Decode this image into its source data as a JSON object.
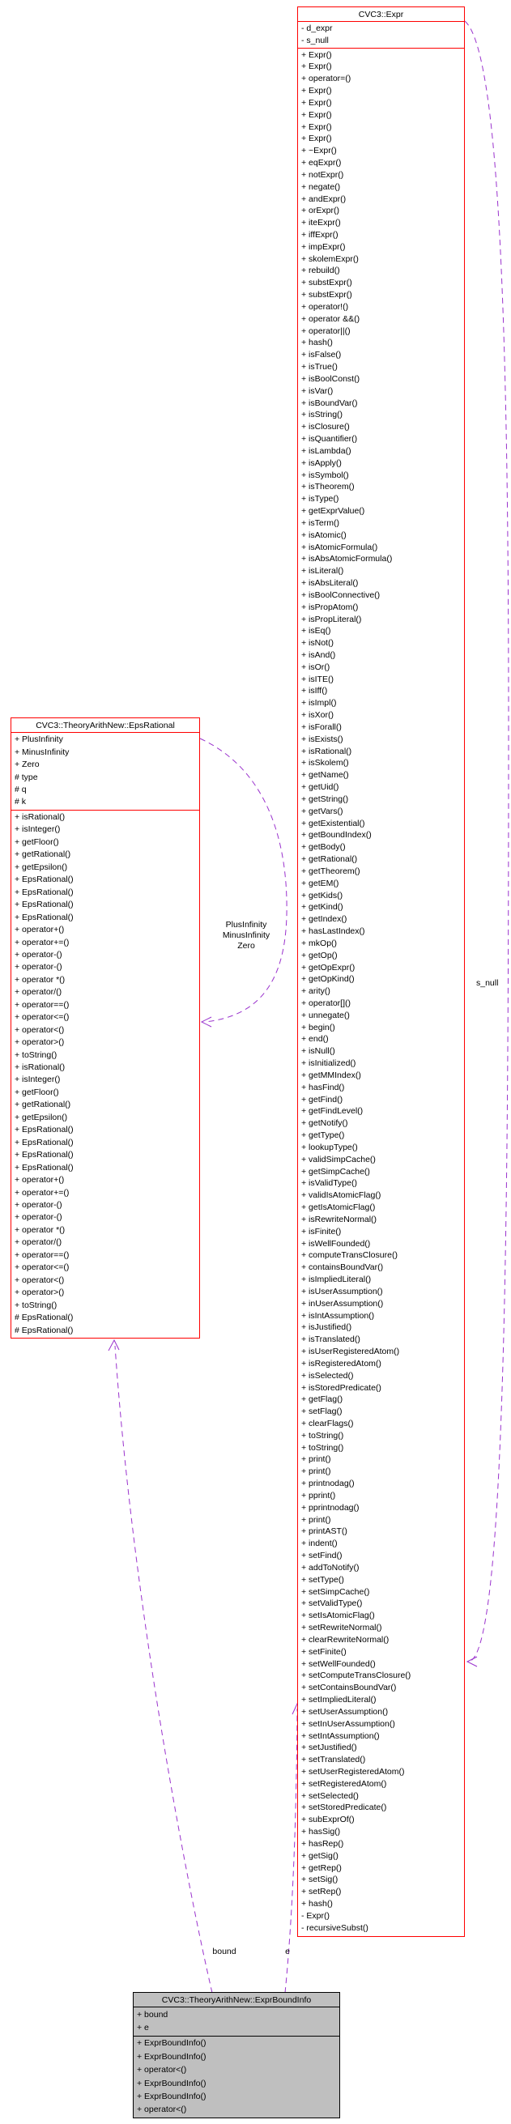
{
  "diagram_type": "doxygen-collaboration-diagram",
  "colors": {
    "background": "#ffffff",
    "class_border": "#ff0000",
    "subject_border": "#000000",
    "subject_fill": "#bfbfbf",
    "edge": "#9a32cd",
    "text": "#000000"
  },
  "classes": {
    "expr": {
      "title": "CVC3::Expr",
      "attributes": [
        "- d_expr",
        "- s_null"
      ],
      "methods": [
        "+ Expr()",
        "+ Expr()",
        "+ operator=()",
        "+ Expr()",
        "+ Expr()",
        "+ Expr()",
        "+ Expr()",
        "+ Expr()",
        "+ ~Expr()",
        "+ eqExpr()",
        "+ notExpr()",
        "+ negate()",
        "+ andExpr()",
        "+ orExpr()",
        "+ iteExpr()",
        "+ iffExpr()",
        "+ impExpr()",
        "+ skolemExpr()",
        "+ rebuild()",
        "+ substExpr()",
        "+ substExpr()",
        "+ operator!()",
        "+ operator &&()",
        "+ operator||()",
        "+ hash()",
        "+ isFalse()",
        "+ isTrue()",
        "+ isBoolConst()",
        "+ isVar()",
        "+ isBoundVar()",
        "+ isString()",
        "+ isClosure()",
        "+ isQuantifier()",
        "+ isLambda()",
        "+ isApply()",
        "+ isSymbol()",
        "+ isTheorem()",
        "+ isType()",
        "+ getExprValue()",
        "+ isTerm()",
        "+ isAtomic()",
        "+ isAtomicFormula()",
        "+ isAbsAtomicFormula()",
        "+ isLiteral()",
        "+ isAbsLiteral()",
        "+ isBoolConnective()",
        "+ isPropAtom()",
        "+ isPropLiteral()",
        "+ isEq()",
        "+ isNot()",
        "+ isAnd()",
        "+ isOr()",
        "+ isITE()",
        "+ isIff()",
        "+ isImpl()",
        "+ isXor()",
        "+ isForall()",
        "+ isExists()",
        "+ isRational()",
        "+ isSkolem()",
        "+ getName()",
        "+ getUid()",
        "+ getString()",
        "+ getVars()",
        "+ getExistential()",
        "+ getBoundIndex()",
        "+ getBody()",
        "+ getRational()",
        "+ getTheorem()",
        "+ getEM()",
        "+ getKids()",
        "+ getKind()",
        "+ getIndex()",
        "+ hasLastIndex()",
        "+ mkOp()",
        "+ getOp()",
        "+ getOpExpr()",
        "+ getOpKind()",
        "+ arity()",
        "+ operator[]()",
        "+ unnegate()",
        "+ begin()",
        "+ end()",
        "+ isNull()",
        "+ isInitialized()",
        "+ getMMIndex()",
        "+ hasFind()",
        "+ getFind()",
        "+ getFindLevel()",
        "+ getNotify()",
        "+ getType()",
        "+ lookupType()",
        "+ validSimpCache()",
        "+ getSimpCache()",
        "+ isValidType()",
        "+ validIsAtomicFlag()",
        "+ getIsAtomicFlag()",
        "+ isRewriteNormal()",
        "+ isFinite()",
        "+ isWellFounded()",
        "+ computeTransClosure()",
        "+ containsBoundVar()",
        "+ isImpliedLiteral()",
        "+ isUserAssumption()",
        "+ inUserAssumption()",
        "+ isIntAssumption()",
        "+ isJustified()",
        "+ isTranslated()",
        "+ isUserRegisteredAtom()",
        "+ isRegisteredAtom()",
        "+ isSelected()",
        "+ isStoredPredicate()",
        "+ getFlag()",
        "+ setFlag()",
        "+ clearFlags()",
        "+ toString()",
        "+ toString()",
        "+ print()",
        "+ print()",
        "+ printnodag()",
        "+ pprint()",
        "+ pprintnodag()",
        "+ print()",
        "+ printAST()",
        "+ indent()",
        "+ setFind()",
        "+ addToNotify()",
        "+ setType()",
        "+ setSimpCache()",
        "+ setValidType()",
        "+ setIsAtomicFlag()",
        "+ setRewriteNormal()",
        "+ clearRewriteNormal()",
        "+ setFinite()",
        "+ setWellFounded()",
        "+ setComputeTransClosure()",
        "+ setContainsBoundVar()",
        "+ setImpliedLiteral()",
        "+ setUserAssumption()",
        "+ setInUserAssumption()",
        "+ setIntAssumption()",
        "+ setJustified()",
        "+ setTranslated()",
        "+ setUserRegisteredAtom()",
        "+ setRegisteredAtom()",
        "+ setSelected()",
        "+ setStoredPredicate()",
        "+ subExprOf()",
        "+ hasSig()",
        "+ hasRep()",
        "+ getSig()",
        "+ getRep()",
        "+ setSig()",
        "+ setRep()",
        "+ hash()",
        "- Expr()",
        "- recursiveSubst()"
      ]
    },
    "eps_rational": {
      "title": "CVC3::TheoryArithNew::EpsRational",
      "attributes": [
        "+ PlusInfinity",
        "+ MinusInfinity",
        "+ Zero",
        "# type",
        "# q",
        "# k"
      ],
      "methods": [
        "+ isRational()",
        "+ isInteger()",
        "+ getFloor()",
        "+ getRational()",
        "+ getEpsilon()",
        "+ EpsRational()",
        "+ EpsRational()",
        "+ EpsRational()",
        "+ EpsRational()",
        "+ operator+()",
        "+ operator+=()",
        "+ operator-()",
        "+ operator-()",
        "+ operator *()",
        "+ operator/()",
        "+ operator==()",
        "+ operator<=()",
        "+ operator<()",
        "+ operator>()",
        "+ toString()",
        "+ isRational()",
        "+ isInteger()",
        "+ getFloor()",
        "+ getRational()",
        "+ getEpsilon()",
        "+ EpsRational()",
        "+ EpsRational()",
        "+ EpsRational()",
        "+ EpsRational()",
        "+ operator+()",
        "+ operator+=()",
        "+ operator-()",
        "+ operator-()",
        "+ operator *()",
        "+ operator/()",
        "+ operator==()",
        "+ operator<=()",
        "+ operator<()",
        "+ operator>()",
        "+ toString()",
        "# EpsRational()",
        "# EpsRational()"
      ]
    },
    "expr_bound_info": {
      "title": "CVC3::TheoryArithNew::ExprBoundInfo",
      "attributes": [
        "+ bound",
        "+ e"
      ],
      "methods": [
        "+ ExprBoundInfo()",
        "+ ExprBoundInfo()",
        "+ operator<()",
        "+ ExprBoundInfo()",
        "+ ExprBoundInfo()",
        "+ operator<()"
      ]
    }
  },
  "edges": {
    "bound": {
      "label": "bound",
      "from": "expr_bound_info",
      "to": "eps_rational",
      "style": "dashed"
    },
    "e": {
      "label": "e",
      "from": "expr_bound_info",
      "to": "expr",
      "style": "dashed"
    },
    "eps_self": {
      "label": "PlusInfinity\nMinusInfinity\nZero",
      "from": "eps_rational",
      "to": "eps_rational",
      "style": "dashed"
    },
    "s_null": {
      "label": "s_null",
      "from": "expr",
      "to": "expr",
      "style": "dashed"
    }
  }
}
